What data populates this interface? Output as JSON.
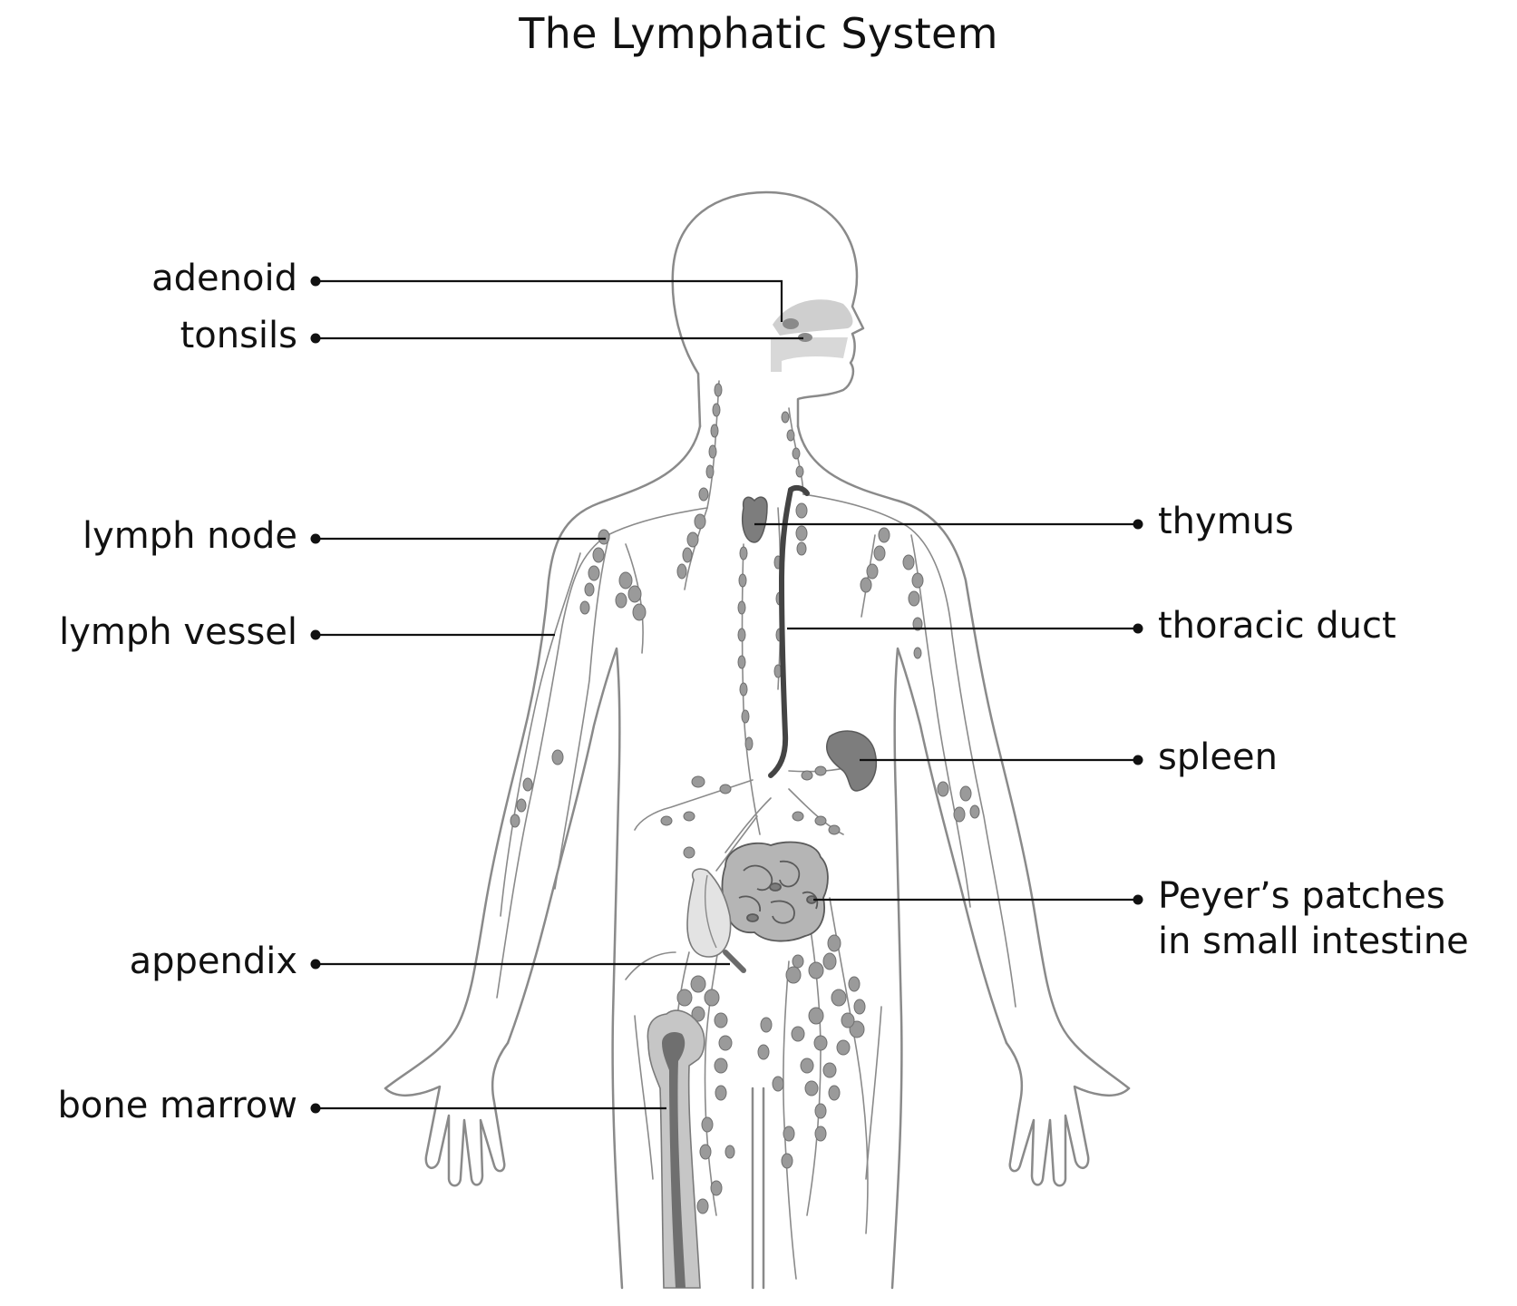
{
  "title": "The Lymphatic System",
  "labels": {
    "adenoid": "adenoid",
    "tonsils": "tonsils",
    "lymph_node": "lymph node",
    "lymph_vessel": "lymph vessel",
    "appendix": "appendix",
    "bone_marrow": "bone marrow",
    "thymus": "thymus",
    "thoracic_duct": "thoracic duct",
    "spleen": "spleen",
    "peyers_line1": "Peyer’s patches",
    "peyers_line2": "in small intestine"
  },
  "colors": {
    "outline": "#8a8a8a",
    "node_fill": "#9a9a9a",
    "organ_fill": "#7d7d7d",
    "light_fill": "#cfcfcf",
    "leader": "#111111"
  }
}
